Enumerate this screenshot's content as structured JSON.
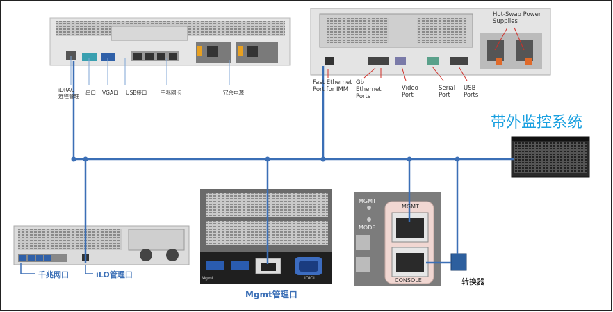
{
  "title": "带外监控系统",
  "server1": {
    "labels": [
      "iDRAC",
      "远程管理",
      "串口",
      "VGA口",
      "USB接口",
      "千兆网卡",
      "冗余电源"
    ]
  },
  "server2": {
    "psu_line1": "Hot-Swap Power",
    "psu_line2": "Supplies",
    "imm_line1": "Fast Ethernet",
    "imm_line2": "Port for IMM",
    "gb_line1": "Gb",
    "gb_line2": "Ethernet",
    "gb_line3": "Ports",
    "video_line1": "Video",
    "video_line2": "Port",
    "serial_line1": "Serial",
    "serial_line2": "Port",
    "usb_line1": "USB",
    "usb_line2": "Ports"
  },
  "server3": {
    "gige_label": "千兆网口",
    "ilo_label": "iLO管理口"
  },
  "mgmt_photo": {
    "port_text": "Mgmt",
    "vga_text": "IOIOI",
    "caption": "Mgmt管理口"
  },
  "switch_photo": {
    "mgmt_side": "MGMT",
    "mode": "MODE",
    "mgmt_port": "MGMT",
    "console": "CONSOLE"
  },
  "converter_label": "转换器"
}
